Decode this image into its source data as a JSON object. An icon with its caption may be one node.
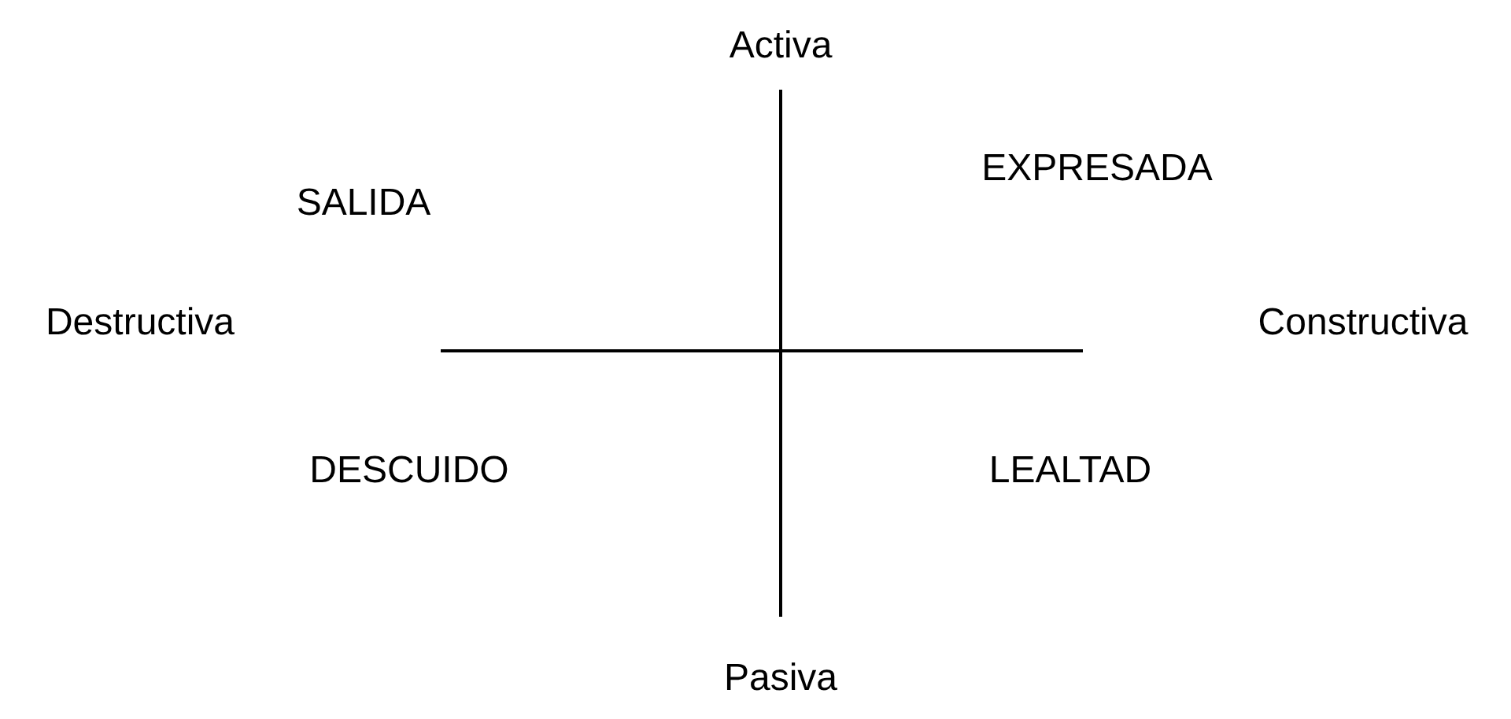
{
  "diagram": {
    "labels": [
      "Activa",
      "EXPRESADA",
      "SALIDA",
      "Destructiva",
      "Constructiva",
      "DESCUIDO",
      "LEALTAD",
      "Pasiva"
    ]
  }
}
